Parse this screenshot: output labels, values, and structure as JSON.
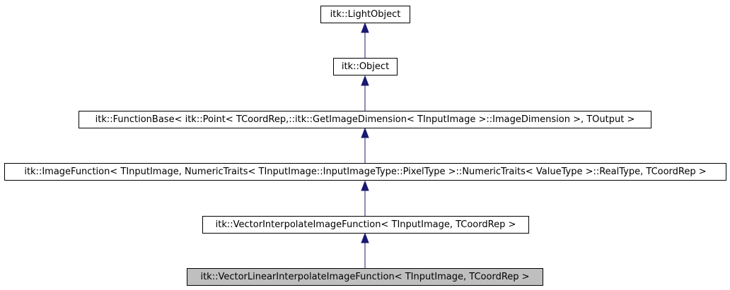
{
  "diagram": {
    "nodes": [
      {
        "id": "light-object",
        "label": "itk::LightObject"
      },
      {
        "id": "object",
        "label": "itk::Object"
      },
      {
        "id": "function-base",
        "label": "itk::FunctionBase< itk::Point< TCoordRep,::itk::GetImageDimension< TInputImage >::ImageDimension >, TOutput >"
      },
      {
        "id": "image-function",
        "label": "itk::ImageFunction< TInputImage, NumericTraits< TInputImage::InputImageType::PixelType >::NumericTraits< ValueType >::RealType, TCoordRep >"
      },
      {
        "id": "vector-interpolate",
        "label": "itk::VectorInterpolateImageFunction< TInputImage, TCoordRep >"
      },
      {
        "id": "vector-linear-interpolate",
        "label": "itk::VectorLinearInterpolateImageFunction< TInputImage, TCoordRep >",
        "current": true
      }
    ],
    "edges": [
      {
        "from": "object",
        "to": "light-object"
      },
      {
        "from": "function-base",
        "to": "object"
      },
      {
        "from": "image-function",
        "to": "function-base"
      },
      {
        "from": "vector-interpolate",
        "to": "image-function"
      },
      {
        "from": "vector-linear-interpolate",
        "to": "vector-interpolate"
      }
    ],
    "colors": {
      "arrow": "#191970",
      "current_node_fill": "#bfbfbf",
      "border": "#000000"
    }
  }
}
